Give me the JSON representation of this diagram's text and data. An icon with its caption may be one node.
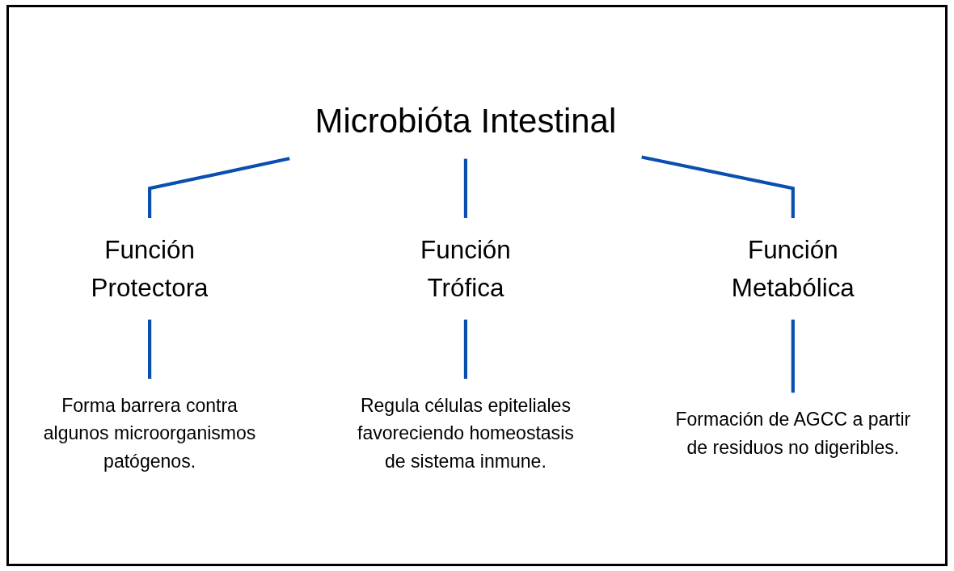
{
  "diagram": {
    "nodes": [
      {
        "text": [
          "Microbióta Intestinal"
        ]
      },
      {
        "text": [
          "Función Protectora"
        ]
      },
      {
        "text": [
          "Función Trófica"
        ]
      },
      {
        "text": [
          "Función Metabólica"
        ]
      },
      {
        "text": [
          "Forma barrera contra algunos microorganismos patógenos."
        ]
      },
      {
        "text": [
          "Regula células epiteliales favoreciendo homeostasis de sistema inmune."
        ]
      },
      {
        "text": [
          "Formación de AGCC a partir de residuos no digeribles."
        ]
      }
    ],
    "edges": [
      {
        "from": 0,
        "to": 1,
        "arrow": "none"
      },
      {
        "from": 0,
        "to": 2,
        "arrow": "none"
      },
      {
        "from": 0,
        "to": 3,
        "arrow": "none"
      },
      {
        "from": 1,
        "to": 4,
        "arrow": "none"
      },
      {
        "from": 2,
        "to": 5,
        "arrow": "none"
      },
      {
        "from": 3,
        "to": 6,
        "arrow": "none"
      }
    ]
  }
}
